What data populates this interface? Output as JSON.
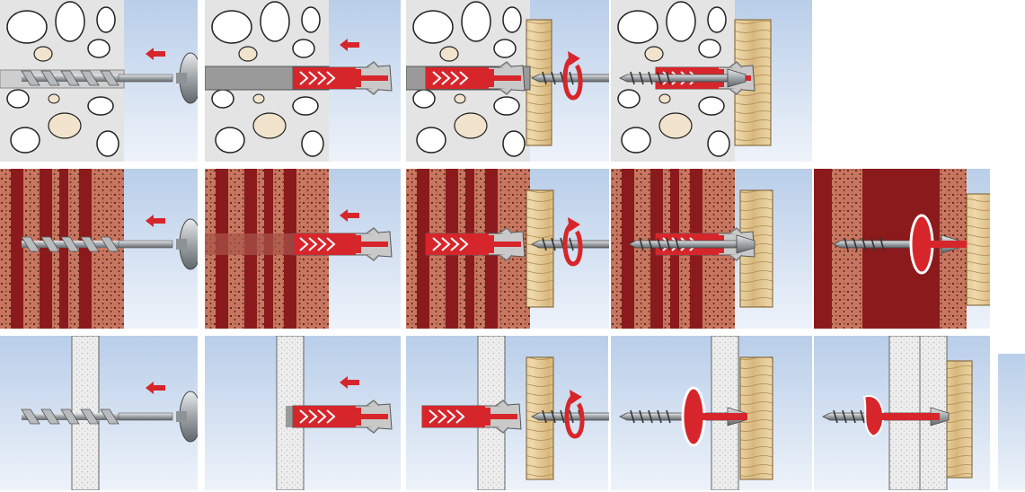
{
  "diagram": {
    "rows": [
      {
        "wall": "aerated-concrete",
        "steps": [
          "drill",
          "insert-plug",
          "drive-screw",
          "expanded"
        ]
      },
      {
        "wall": "perforated-brick",
        "steps": [
          "drill",
          "insert-plug",
          "drive-screw",
          "expanded",
          "knotted-in-cavity"
        ]
      },
      {
        "wall": "plasterboard",
        "steps": [
          "drill",
          "insert-plug",
          "drive-screw",
          "folded-behind-board",
          "knotted-behind-board"
        ]
      }
    ],
    "icons": {
      "direction": "red-left-arrow-icon",
      "rotation": "red-rotation-arrow-icon"
    },
    "colors": {
      "background": "#ffffff",
      "sky_light": "#e8f0f9",
      "sky_dark": "#b9cee9",
      "plug_red": "#d7262b",
      "plug_grey": "#c9c9c9",
      "stone_grey": "#e4e4e4",
      "stone_pebble": "#f1e3cc",
      "brick_dark": "#8a1a1c",
      "brick_porous": "#c87660",
      "wood": "#e6cfa0",
      "plaster": "#ececec",
      "steel": "#9fa4a8"
    }
  }
}
